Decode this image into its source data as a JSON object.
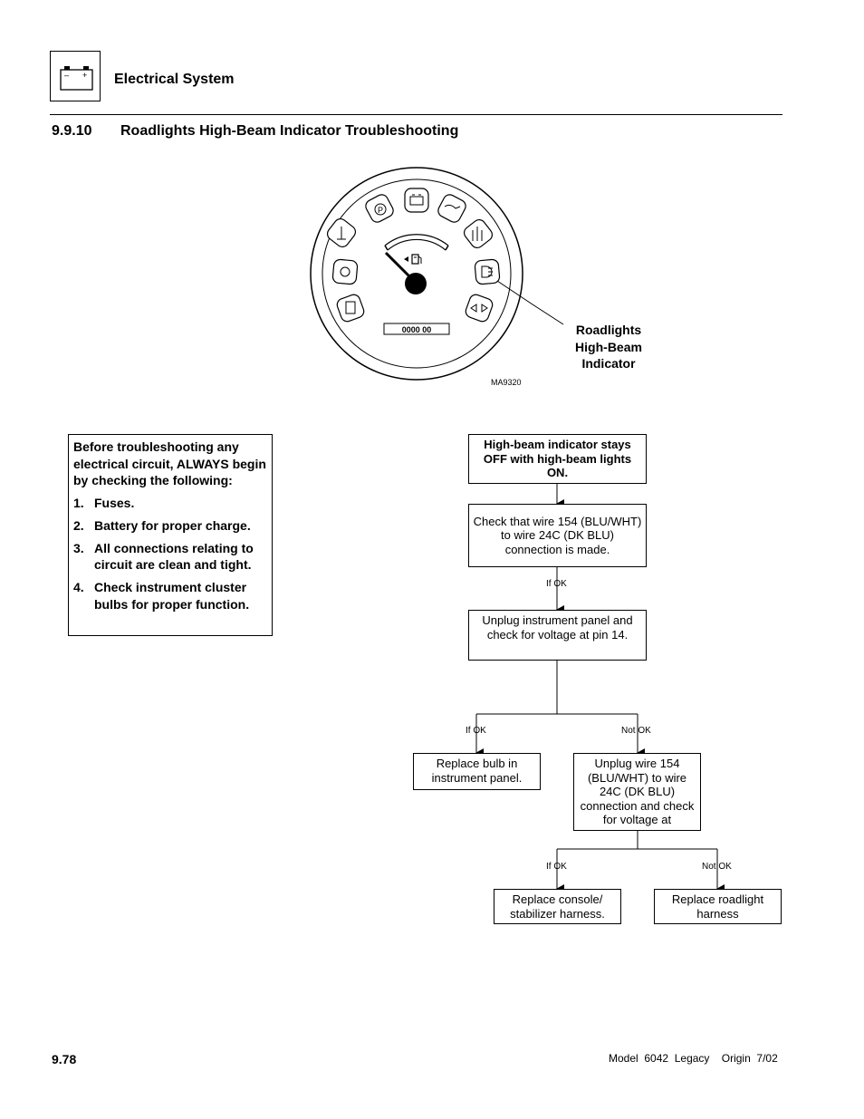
{
  "header": {
    "section_icon": "battery-icon",
    "battery_minus": "–",
    "battery_plus": "+",
    "section_title": "Electrical System"
  },
  "heading": {
    "number": "9.9.10",
    "title": "Roadlights High-Beam Indicator Troubleshooting"
  },
  "figure": {
    "odometer": "0000 00",
    "callout_lines": [
      "Roadlights",
      "High-Beam",
      "Indicator"
    ],
    "figure_code": "MA9320",
    "gauge_icons": [
      "park-brake-icon",
      "battery-icon",
      "oil-can-icon",
      "coolant-temp-icon",
      "hydraulic-icon",
      "transmission-temp-icon",
      "high-beam-icon",
      "filter-icon",
      "turn-signal-icon",
      "fuel-icon"
    ]
  },
  "checklist": {
    "intro": "Before troubleshooting any electrical circuit, ALWAYS begin by checking the following:",
    "items": [
      {
        "num": "1.",
        "text": "Fuses."
      },
      {
        "num": "2.",
        "text": "Battery for proper charge."
      },
      {
        "num": "3.",
        "text": "All connections relating to circuit are clean and tight."
      },
      {
        "num": "4.",
        "text": "Check instrument cluster bulbs for proper function."
      }
    ]
  },
  "flowchart": {
    "start": "High-beam indicator stays OFF with high-beam lights ON.",
    "check_wire": "Check that wire 154 (BLU/WHT) to wire 24C (DK BLU) connection is made.",
    "unplug_panel": "Unplug instrument panel and check for voltage at pin 14.",
    "replace_bulb": "Replace bulb in instrument panel.",
    "unplug_wire": "Unplug wire 154 (BLU/WHT) to wire 24C (DK BLU) connection and check for voltage at",
    "replace_console": "Replace console/ stabilizer harness.",
    "replace_roadlight": "Replace roadlight harness",
    "labels": {
      "if_ok_1": "If OK",
      "if_ok_2": "If OK",
      "not_ok_2": "Not OK",
      "if_ok_3": "If OK",
      "not_ok_3": "Not OK"
    }
  },
  "footer": {
    "page": "9.78",
    "model": "Model  6042  Legacy    Origin  7/02"
  }
}
